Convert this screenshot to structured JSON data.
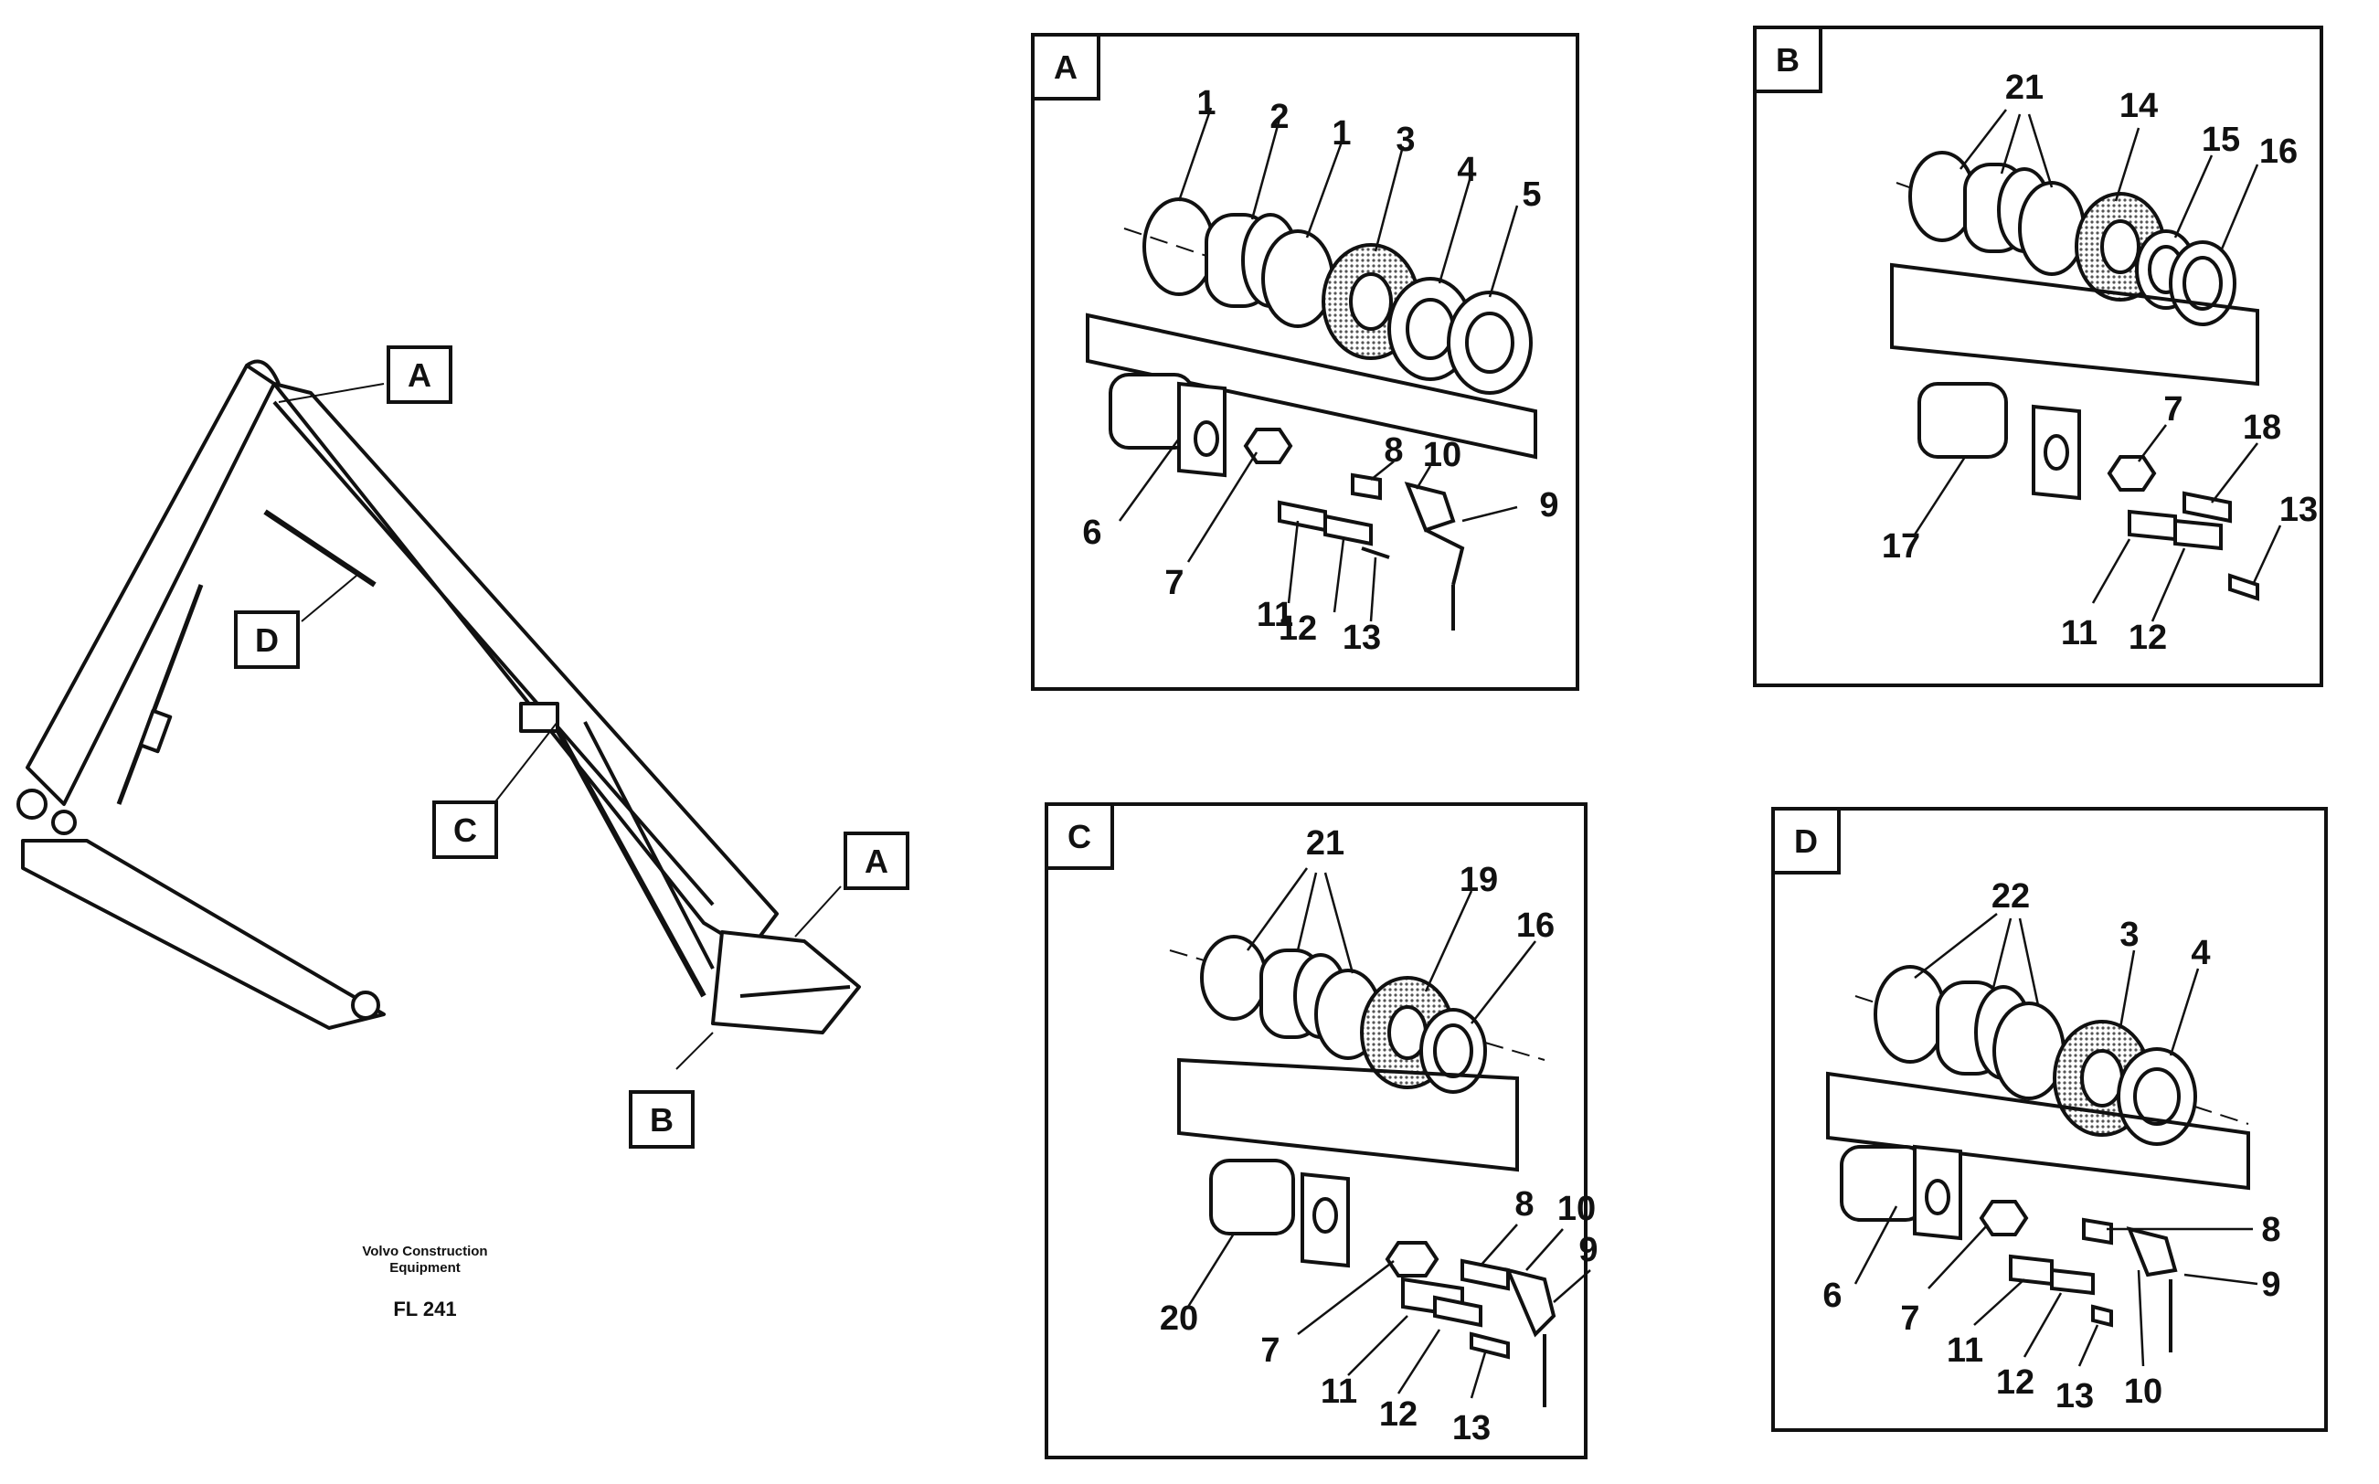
{
  "colors": {
    "ink": "#111111",
    "paper": "#ffffff",
    "seal_fill": "#9a9a9a"
  },
  "overview": {
    "labels": [
      "A",
      "D",
      "C",
      "A",
      "B"
    ],
    "company": "Volvo Construction",
    "company2": "Equipment",
    "code": "FL 241"
  },
  "panels": [
    {
      "tag": "A",
      "callouts": [
        "1",
        "2",
        "1",
        "3",
        "4",
        "5",
        "6",
        "7",
        "8",
        "10",
        "9",
        "11",
        "12",
        "13"
      ]
    },
    {
      "tag": "B",
      "callouts": [
        "21",
        "14",
        "15",
        "16",
        "7",
        "18",
        "13",
        "17",
        "11",
        "12"
      ]
    },
    {
      "tag": "C",
      "callouts": [
        "21",
        "19",
        "16",
        "8",
        "10",
        "9",
        "20",
        "7",
        "11",
        "12",
        "13"
      ]
    },
    {
      "tag": "D",
      "callouts": [
        "22",
        "3",
        "4",
        "8",
        "9",
        "6",
        "7",
        "11",
        "12",
        "13",
        "10"
      ]
    }
  ]
}
